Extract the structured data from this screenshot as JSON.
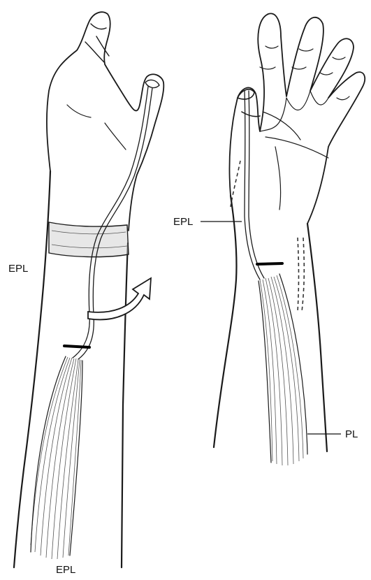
{
  "labels": {
    "left_figure_side": "EPL",
    "left_figure_bottom": "EPL",
    "right_figure_tendon": "EPL",
    "right_figure_transfer": "PL"
  },
  "colors": {
    "ink": "#1a1a1a",
    "background": "#ffffff",
    "muscle_fiber": "#555555",
    "tape_band": "#c9c9c9"
  },
  "icons": [
    "rotation-arrow-icon"
  ]
}
